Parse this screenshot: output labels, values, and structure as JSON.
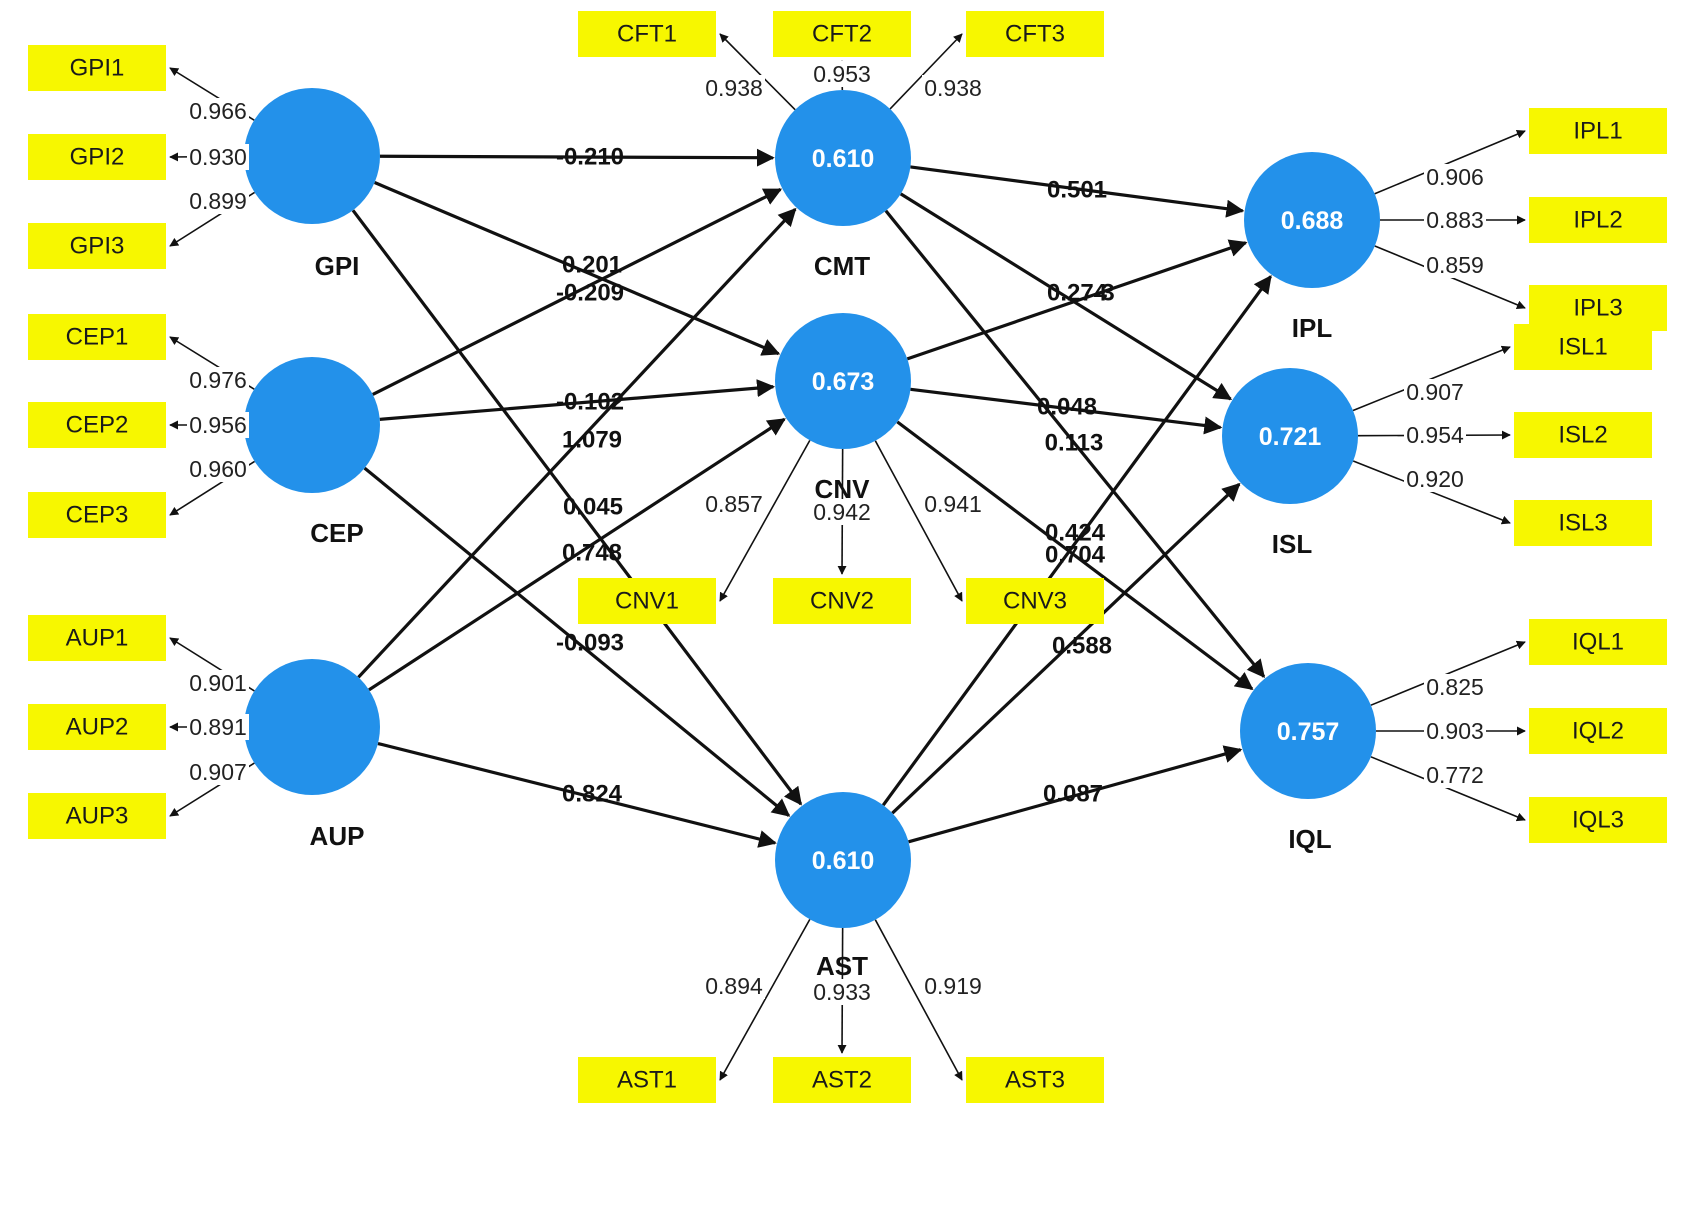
{
  "colors": {
    "construct_fill": "#2391ea",
    "indicator_fill": "#f7f700",
    "line": "#111111",
    "background": "#ffffff"
  },
  "constructs": [
    {
      "id": "GPI",
      "name": "GPI",
      "r2": ""
    },
    {
      "id": "CEP",
      "name": "CEP",
      "r2": ""
    },
    {
      "id": "AUP",
      "name": "AUP",
      "r2": ""
    },
    {
      "id": "CMT",
      "name": "CMT",
      "r2": "0.610"
    },
    {
      "id": "CNV",
      "name": "CNV",
      "r2": "0.673"
    },
    {
      "id": "AST",
      "name": "AST",
      "r2": "0.610"
    },
    {
      "id": "IPL",
      "name": "IPL",
      "r2": "0.688"
    },
    {
      "id": "ISL",
      "name": "ISL",
      "r2": "0.721"
    },
    {
      "id": "IQL",
      "name": "IQL",
      "r2": "0.757"
    }
  ],
  "indicators": [
    {
      "id": "GPI1",
      "label": "GPI1",
      "construct": "GPI",
      "loading": "0.966"
    },
    {
      "id": "GPI2",
      "label": "GPI2",
      "construct": "GPI",
      "loading": "0.930"
    },
    {
      "id": "GPI3",
      "label": "GPI3",
      "construct": "GPI",
      "loading": "0.899"
    },
    {
      "id": "CEP1",
      "label": "CEP1",
      "construct": "CEP",
      "loading": "0.976"
    },
    {
      "id": "CEP2",
      "label": "CEP2",
      "construct": "CEP",
      "loading": "0.956"
    },
    {
      "id": "CEP3",
      "label": "CEP3",
      "construct": "CEP",
      "loading": "0.960"
    },
    {
      "id": "AUP1",
      "label": "AUP1",
      "construct": "AUP",
      "loading": "0.901"
    },
    {
      "id": "AUP2",
      "label": "AUP2",
      "construct": "AUP",
      "loading": "0.891"
    },
    {
      "id": "AUP3",
      "label": "AUP3",
      "construct": "AUP",
      "loading": "0.907"
    },
    {
      "id": "CFT1",
      "label": "CFT1",
      "construct": "CMT",
      "loading": "0.938"
    },
    {
      "id": "CFT2",
      "label": "CFT2",
      "construct": "CMT",
      "loading": "0.953"
    },
    {
      "id": "CFT3",
      "label": "CFT3",
      "construct": "CMT",
      "loading": "0.938"
    },
    {
      "id": "CNV1",
      "label": "CNV1",
      "construct": "CNV",
      "loading": "0.857"
    },
    {
      "id": "CNV2",
      "label": "CNV2",
      "construct": "CNV",
      "loading": "0.942"
    },
    {
      "id": "CNV3",
      "label": "CNV3",
      "construct": "CNV",
      "loading": "0.941"
    },
    {
      "id": "AST1",
      "label": "AST1",
      "construct": "AST",
      "loading": "0.894"
    },
    {
      "id": "AST2",
      "label": "AST2",
      "construct": "AST",
      "loading": "0.933"
    },
    {
      "id": "AST3",
      "label": "AST3",
      "construct": "AST",
      "loading": "0.919"
    },
    {
      "id": "IPL1",
      "label": "IPL1",
      "construct": "IPL",
      "loading": "0.906"
    },
    {
      "id": "IPL2",
      "label": "IPL2",
      "construct": "IPL",
      "loading": "0.883"
    },
    {
      "id": "IPL3",
      "label": "IPL3",
      "construct": "IPL",
      "loading": "0.859"
    },
    {
      "id": "ISL1",
      "label": "ISL1",
      "construct": "ISL",
      "loading": "0.907"
    },
    {
      "id": "ISL2",
      "label": "ISL2",
      "construct": "ISL",
      "loading": "0.954"
    },
    {
      "id": "ISL3",
      "label": "ISL3",
      "construct": "ISL",
      "loading": "0.920"
    },
    {
      "id": "IQL1",
      "label": "IQL1",
      "construct": "IQL",
      "loading": "0.825"
    },
    {
      "id": "IQL2",
      "label": "IQL2",
      "construct": "IQL",
      "loading": "0.903"
    },
    {
      "id": "IQL3",
      "label": "IQL3",
      "construct": "IQL",
      "loading": "0.772"
    }
  ],
  "paths": [
    {
      "from": "GPI",
      "to": "CMT",
      "coef": "-0.210"
    },
    {
      "from": "GPI",
      "to": "CNV",
      "coef": "0.201"
    },
    {
      "from": "GPI",
      "to": "AST",
      "coef": "0.045"
    },
    {
      "from": "CEP",
      "to": "CMT",
      "coef": "-0.209"
    },
    {
      "from": "CEP",
      "to": "CNV",
      "coef": "-0.102"
    },
    {
      "from": "CEP",
      "to": "AST",
      "coef": "-0.093"
    },
    {
      "from": "AUP",
      "to": "CMT",
      "coef": "1.079"
    },
    {
      "from": "AUP",
      "to": "CNV",
      "coef": "0.748"
    },
    {
      "from": "AUP",
      "to": "AST",
      "coef": "0.824"
    },
    {
      "from": "CMT",
      "to": "IPL",
      "coef": "0.501"
    },
    {
      "from": "CMT",
      "to": "ISL",
      "coef": "0.274"
    },
    {
      "from": "CMT",
      "to": "IQL",
      "coef": "0.113"
    },
    {
      "from": "CNV",
      "to": "IPL",
      "coef": "3"
    },
    {
      "from": "CNV",
      "to": "ISL",
      "coef": "0.048"
    },
    {
      "from": "CNV",
      "to": "IQL",
      "coef": "0.704"
    },
    {
      "from": "AST",
      "to": "IPL",
      "coef": "0.424"
    },
    {
      "from": "AST",
      "to": "ISL",
      "coef": "0.588"
    },
    {
      "from": "AST",
      "to": "IQL",
      "coef": "0.087"
    }
  ]
}
